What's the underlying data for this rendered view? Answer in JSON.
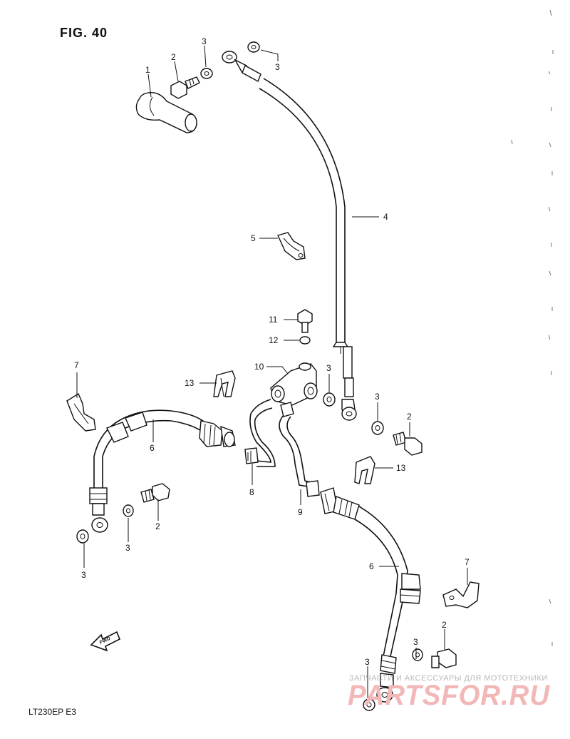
{
  "figure": {
    "title": "FIG. 40",
    "model": "LT230EP  E3",
    "fwd_label": "FWD"
  },
  "callouts": [
    {
      "id": "c1",
      "text": "1"
    },
    {
      "id": "c2a",
      "text": "2"
    },
    {
      "id": "c3a",
      "text": "3"
    },
    {
      "id": "c3b",
      "text": "3"
    },
    {
      "id": "c4",
      "text": "4"
    },
    {
      "id": "c5",
      "text": "5"
    },
    {
      "id": "c11",
      "text": "11"
    },
    {
      "id": "c12",
      "text": "12"
    },
    {
      "id": "c10",
      "text": "10"
    },
    {
      "id": "c3c",
      "text": "3"
    },
    {
      "id": "c7a",
      "text": "7"
    },
    {
      "id": "c13a",
      "text": "13"
    },
    {
      "id": "c3d",
      "text": "3"
    },
    {
      "id": "c2b",
      "text": "2"
    },
    {
      "id": "c6a",
      "text": "6"
    },
    {
      "id": "c13b",
      "text": "13"
    },
    {
      "id": "c8",
      "text": "8"
    },
    {
      "id": "c2c",
      "text": "2"
    },
    {
      "id": "c3e",
      "text": "3"
    },
    {
      "id": "c3f",
      "text": "3"
    },
    {
      "id": "c9",
      "text": "9"
    },
    {
      "id": "c6b",
      "text": "6"
    },
    {
      "id": "c7b",
      "text": "7"
    },
    {
      "id": "c2d",
      "text": "2"
    },
    {
      "id": "c3g",
      "text": "3"
    },
    {
      "id": "c3h",
      "text": "3"
    }
  ],
  "watermark": {
    "line1": "ЗАПЧАСТИ И АКСЕССУАРЫ ДЛЯ МОТОТЕХНИКИ",
    "line2": "PARTSFOR.RU"
  }
}
